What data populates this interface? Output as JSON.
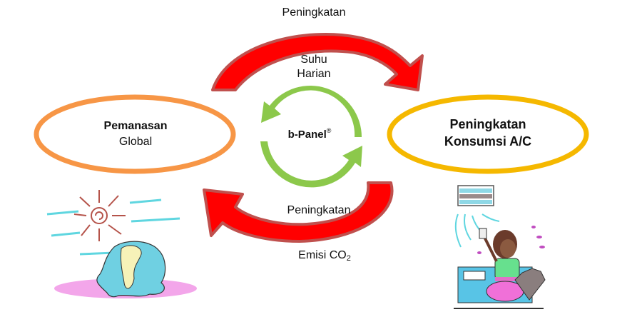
{
  "diagram": {
    "top_arrow": {
      "line1": "Peningkatan",
      "line2": "Suhu",
      "line3": "Harian"
    },
    "bottom_arrow": {
      "line1": "Peningkatan",
      "line2_main": "Emisi CO",
      "line2_sub": "2"
    },
    "center": {
      "label": "b-Panel",
      "mark": "®"
    },
    "left_node": {
      "line1": "Pemanasan",
      "line2": "Global"
    },
    "right_node": {
      "line1": "Peningkatan",
      "line2": "Konsumsi A/C"
    },
    "illustrations": {
      "left": "melting-earth-under-sun",
      "right": "woman-with-ac-and-fan"
    }
  },
  "colors": {
    "arrow_fill": "#ff0000",
    "arrow_stroke": "#c0504d",
    "left_ellipse": "#f79646",
    "right_ellipse": "#f5b800",
    "cycle_green": "#8cc84b"
  }
}
